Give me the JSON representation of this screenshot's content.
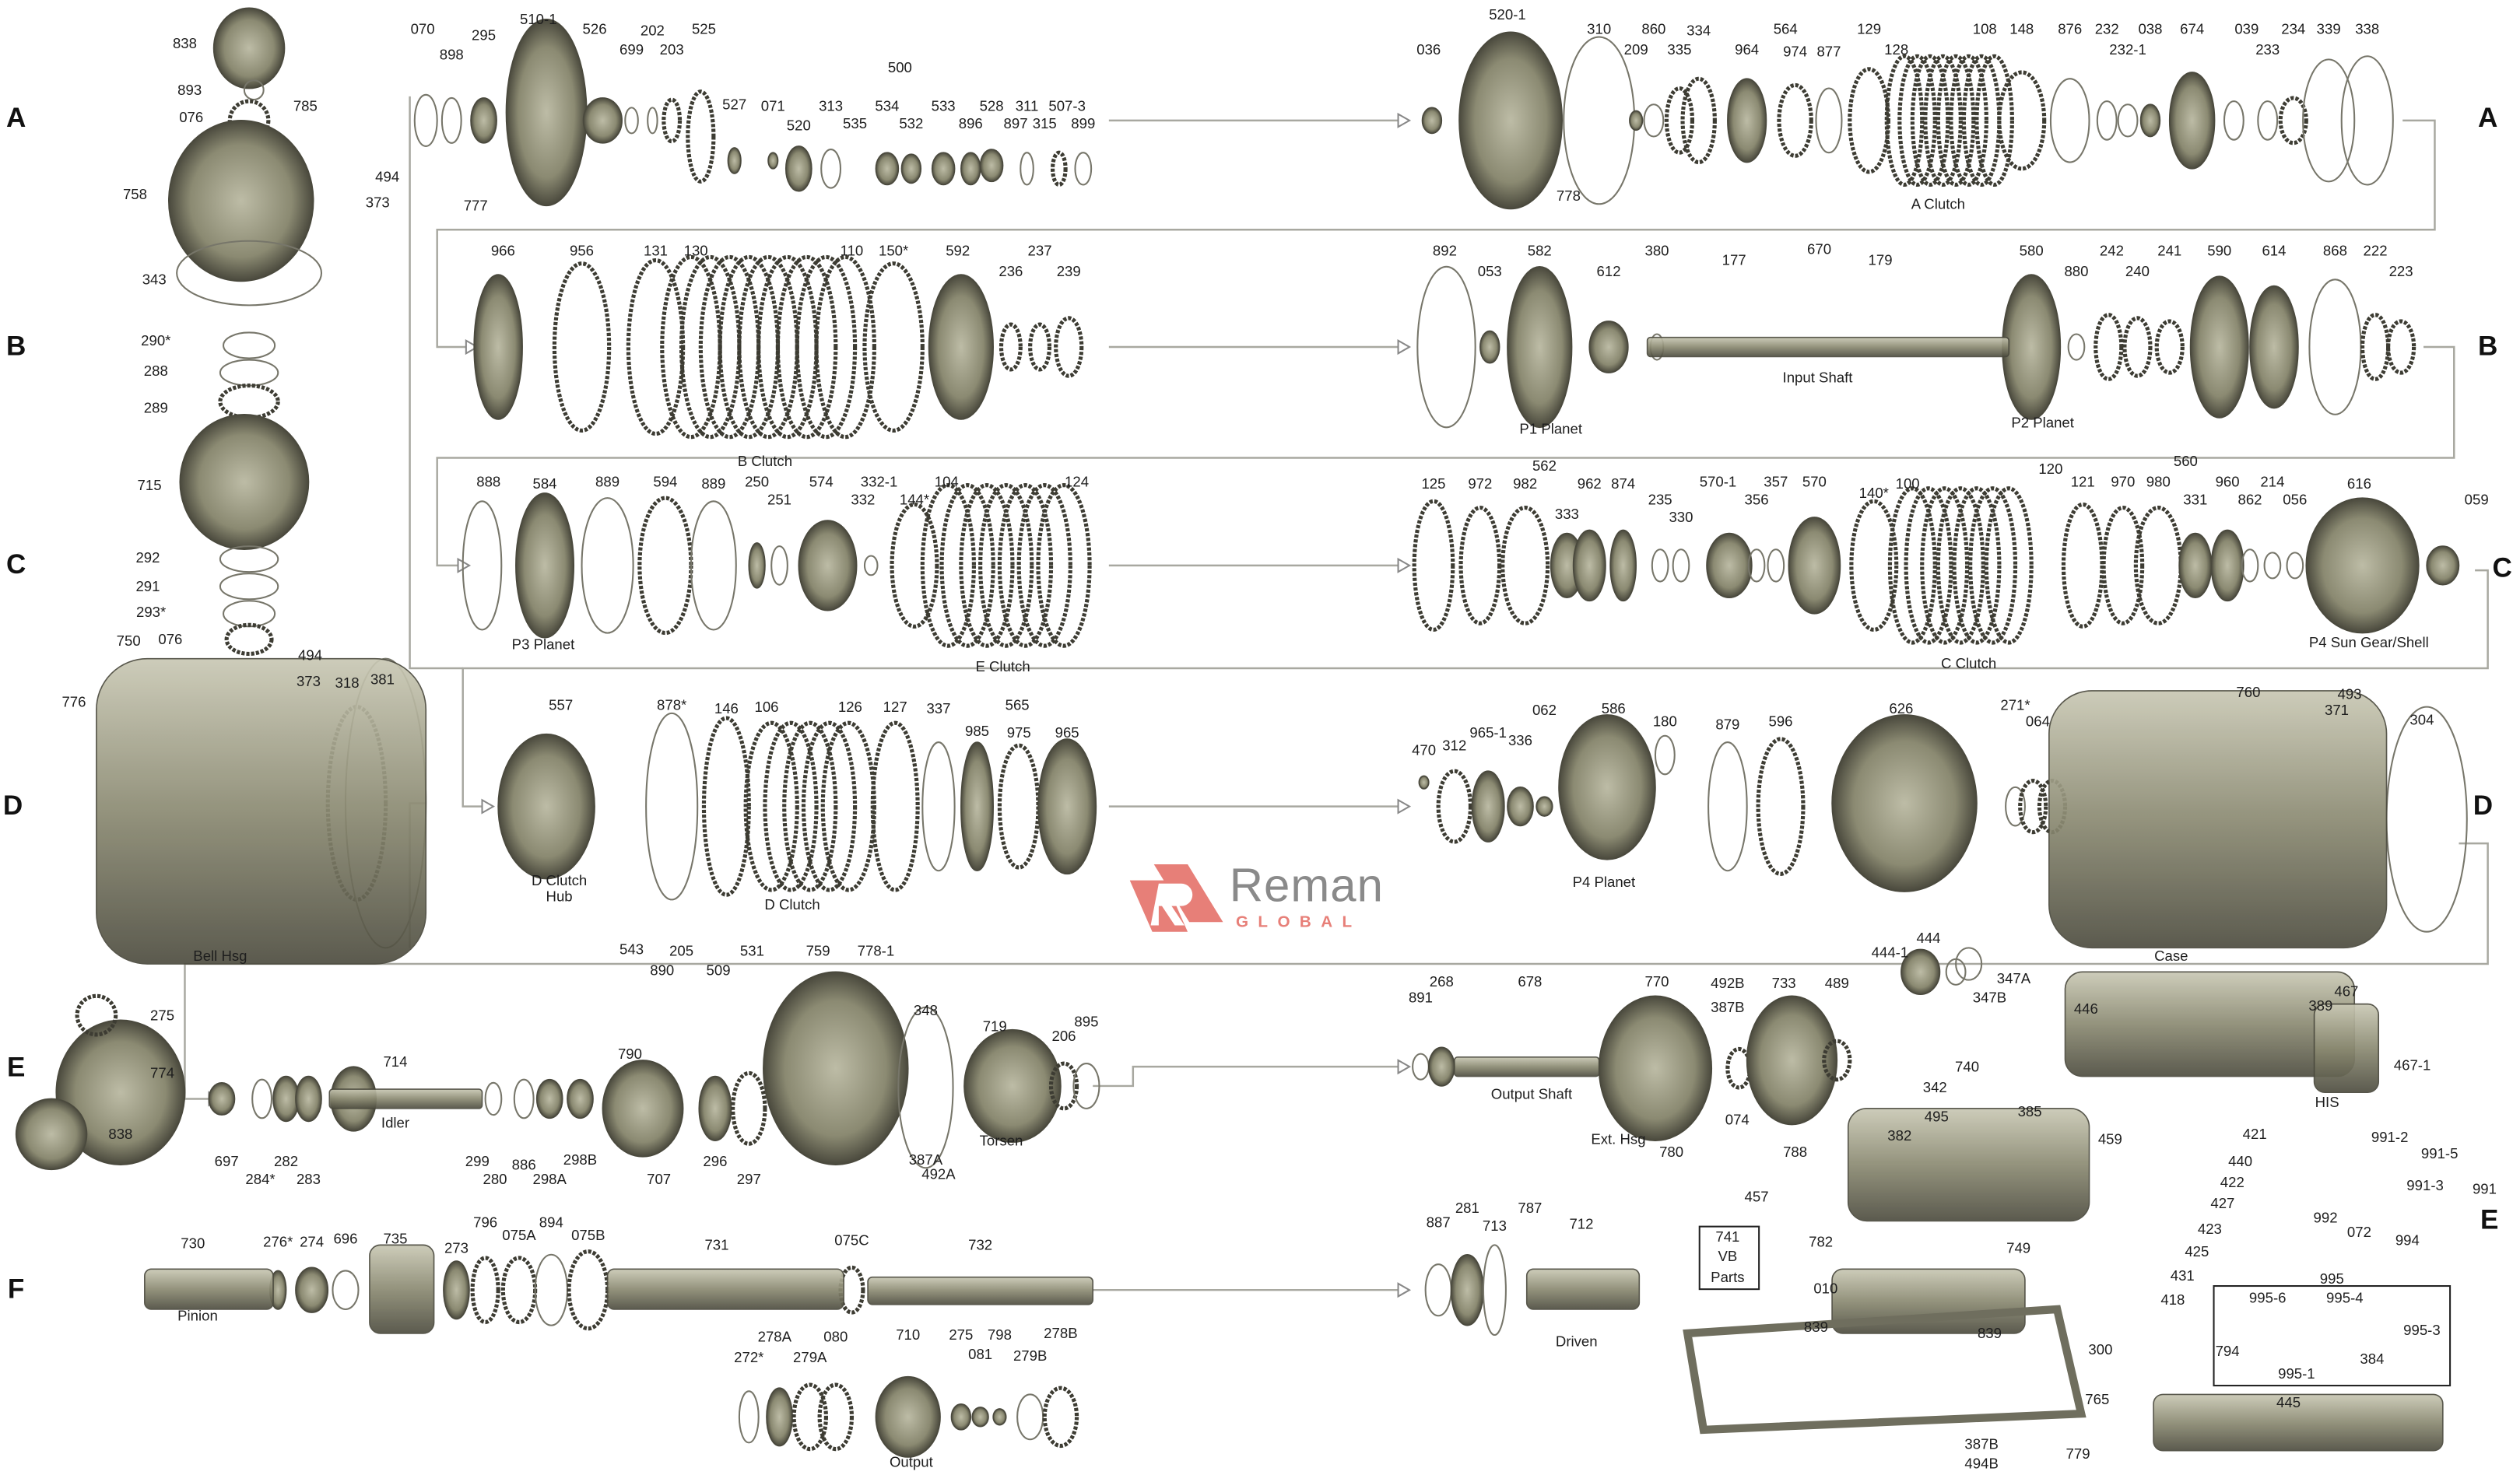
{
  "title": "Transmission exploded view diagram",
  "row_markers_left": [
    "A",
    "B",
    "C",
    "D",
    "E",
    "F"
  ],
  "row_markers_right": [
    "A",
    "B",
    "C",
    "D",
    "E"
  ],
  "logo": {
    "word": "Reman",
    "sub": "GLOBAL",
    "accent": "#e77f78",
    "gray": "#8a8a8a"
  },
  "labels": {
    "A": [
      "838",
      "893",
      "076",
      "785",
      "494",
      "373",
      "758",
      "343",
      "070",
      "898",
      "295",
      "510-1",
      "526",
      "699",
      "202",
      "203",
      "525",
      "500",
      "527",
      "071",
      "520",
      "313",
      "535",
      "534",
      "532",
      "533",
      "896",
      "528",
      "311",
      "897",
      "315",
      "507-3",
      "899",
      "777",
      "520-1",
      "036",
      "310",
      "209",
      "860",
      "335",
      "334",
      "564",
      "964",
      "974",
      "877",
      "129",
      "128",
      "108",
      "148",
      "876",
      "232",
      "232-1",
      "038",
      "674",
      "039",
      "233",
      "234",
      "339",
      "338",
      "A Clutch",
      "778"
    ],
    "B": [
      "290*",
      "288",
      "289",
      "715",
      "966",
      "956",
      "131",
      "130",
      "110",
      "150*",
      "592",
      "237",
      "236",
      "239",
      "B Clutch",
      "892",
      "053",
      "582",
      "612",
      "380",
      "177",
      "670",
      "179",
      "Input Shaft",
      "P1 Planet",
      "580",
      "880",
      "242",
      "240",
      "241",
      "590",
      "614",
      "868",
      "222",
      "223",
      "P2 Planet"
    ],
    "C": [
      "292",
      "291",
      "293*",
      "076",
      "888",
      "584",
      "889",
      "594",
      "889",
      "250",
      "251",
      "574",
      "332-1",
      "332",
      "144*",
      "104",
      "124",
      "P3 Planet",
      "E Clutch",
      "125",
      "972",
      "982",
      "562",
      "962",
      "874",
      "333",
      "235",
      "330",
      "570-1",
      "356",
      "357",
      "570",
      "140*",
      "100",
      "120",
      "560",
      "121",
      "970",
      "980",
      "331",
      "960",
      "862",
      "214",
      "056",
      "616",
      "059",
      "P4 Sun Gear/Shell",
      "C Clutch"
    ],
    "D": [
      "750",
      "494",
      "373",
      "776",
      "318",
      "381",
      "Bell Hsg",
      "557",
      "878*",
      "146",
      "106",
      "126",
      "127",
      "337",
      "565",
      "985",
      "975",
      "965",
      "D Clutch Hub",
      "D Clutch",
      "470",
      "312",
      "965-1",
      "336",
      "062",
      "586",
      "180",
      "879",
      "596",
      "626",
      "271*",
      "064",
      "P4 Planet",
      "760",
      "493",
      "371",
      "304",
      "Case"
    ],
    "E": [
      "275",
      "774",
      "838",
      "697",
      "284*",
      "282",
      "283",
      "714",
      "Idler",
      "299",
      "280",
      "886",
      "298A",
      "298B",
      "543",
      "890",
      "205",
      "509",
      "531",
      "759",
      "778-1",
      "790",
      "707",
      "296",
      "297",
      "387A",
      "492A",
      "348",
      "719",
      "206",
      "895",
      "Torsen",
      "891",
      "268",
      "678",
      "Output Shaft",
      "770",
      "492B",
      "387B",
      "733",
      "489",
      "074",
      "788",
      "780",
      "Ext. Hsg",
      "444-1",
      "444",
      "347A",
      "347B",
      "446",
      "467",
      "389",
      "467-1",
      "HIS",
      "740",
      "342",
      "495",
      "385",
      "382",
      "459",
      "421",
      "440",
      "422",
      "427",
      "423",
      "425",
      "431",
      "418",
      "457",
      "991-2",
      "991-5",
      "991-3",
      "991",
      "992",
      "072",
      "994",
      "741",
      "VB",
      "Parts",
      "782",
      "749",
      "010",
      "839",
      "839",
      "300",
      "765",
      "387B",
      "494B",
      "779",
      "995",
      "995-6",
      "995-4",
      "995-3",
      "794",
      "384",
      "995-1",
      "445"
    ],
    "F": [
      "730",
      "276*",
      "274",
      "696",
      "735",
      "273",
      "796",
      "075A",
      "894",
      "075B",
      "731",
      "075C",
      "732",
      "Pinion",
      "278A",
      "080",
      "272*",
      "279A",
      "710",
      "275",
      "798",
      "081",
      "278B",
      "279B",
      "Output",
      "887",
      "281",
      "713",
      "787",
      "712",
      "Driven"
    ]
  },
  "colors": {
    "part": "#8b8a72",
    "part_dark": "#3d3c33",
    "flow_line": "#a8a8a0"
  }
}
